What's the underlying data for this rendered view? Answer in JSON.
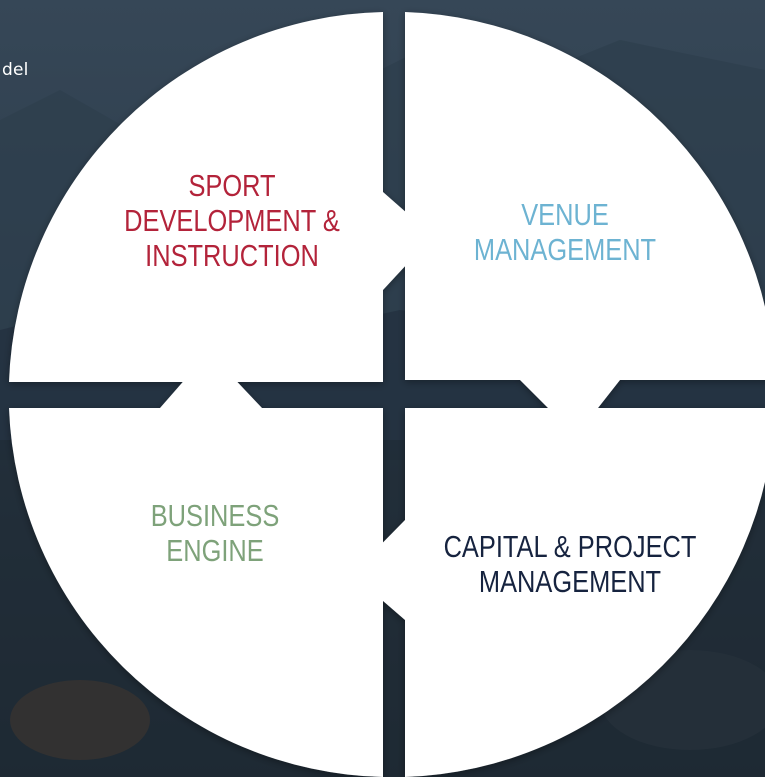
{
  "intro_fragment": "del",
  "diagram": {
    "quadrants": [
      {
        "id": "sport",
        "lines": [
          "SPORT",
          "DEVELOPMENT &",
          "INSTRUCTION"
        ],
        "color": "#b3233a"
      },
      {
        "id": "venue",
        "lines": [
          "VENUE",
          "MANAGEMENT"
        ],
        "color": "#6db3d2"
      },
      {
        "id": "capital",
        "lines": [
          "CAPITAL & PROJECT",
          "MANAGEMENT"
        ],
        "color": "#16233f"
      },
      {
        "id": "business",
        "lines": [
          "BUSINESS",
          "ENGINE"
        ],
        "color": "#7ea27a"
      }
    ]
  },
  "colors": {
    "background": "#2b3a48",
    "quadrant_fill": "#ffffff"
  }
}
